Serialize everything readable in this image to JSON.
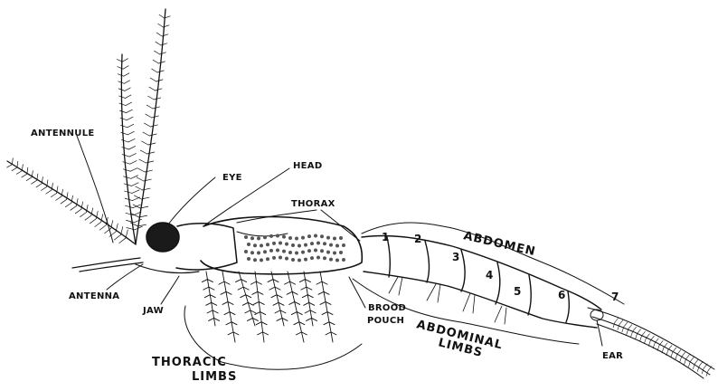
{
  "labels": {
    "antennule": "ANTENNULE",
    "eye": "EYE",
    "head": "HEAD",
    "thorax": "THORAX",
    "abdomen": "ABDOMEN",
    "antenna": "ANTENNA",
    "jaw": "JAW",
    "brood_pouch_1": "BROOD",
    "brood_pouch_2": "POUCH",
    "abdominal_limbs_1": "ABDOMINAL",
    "abdominal_limbs_2": "LIMBS",
    "thoracic_limbs_1": "THORACIC",
    "thoracic_limbs_2": "LIMBS",
    "ear": "EAR"
  },
  "segments": [
    "1",
    "2",
    "3",
    "4",
    "5",
    "6",
    "7"
  ]
}
